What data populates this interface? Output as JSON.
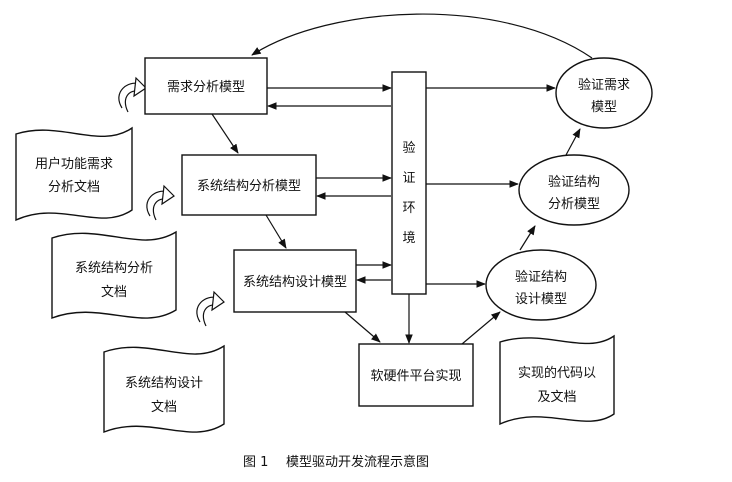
{
  "nodes": {
    "requirements_model": "需求分析模型",
    "system_structure_analysis_model": "系统结构分析模型",
    "system_structure_design_model": "系统结构设计模型",
    "software_hardware_platform": "软硬件平台实现",
    "verification_env": [
      "验",
      "证",
      "环",
      "境"
    ],
    "verify_requirements_model": [
      "验证需求",
      "模型"
    ],
    "verify_structure_analysis_model": [
      "验证结构",
      "分析模型"
    ],
    "verify_structure_design_model": [
      "验证结构",
      "设计模型"
    ]
  },
  "documents": {
    "user_requirements_doc": [
      "用户功能需求",
      "分析文档"
    ],
    "system_structure_analysis_doc": [
      "系统结构分析",
      "文档"
    ],
    "system_structure_design_doc": [
      "系统结构设计",
      "文档"
    ],
    "implemented_code_doc": [
      "实现的代码以",
      "及文档"
    ]
  },
  "caption": {
    "label": "图 1",
    "title": "模型驱动开发流程示意图"
  }
}
